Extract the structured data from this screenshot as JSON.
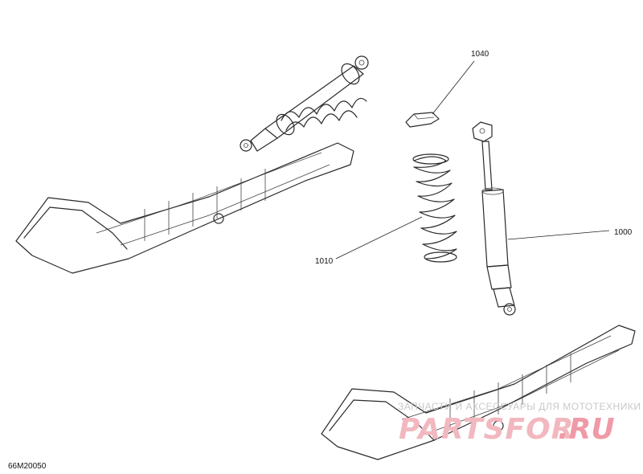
{
  "diagram": {
    "reference_code": "66M20050",
    "callouts": [
      {
        "id": "1040",
        "label": "1040"
      },
      {
        "id": "1000",
        "label": "1000"
      },
      {
        "id": "1010",
        "label": "1010"
      }
    ],
    "watermark": {
      "tagline": "ЗАПЧАСТИ И АКСЕССУАРЫ ДЛЯ МОТОТЕХНИКИ",
      "brand": "PARTSFOR",
      "domain": ".RU",
      "color": "#f2b8bf"
    }
  }
}
